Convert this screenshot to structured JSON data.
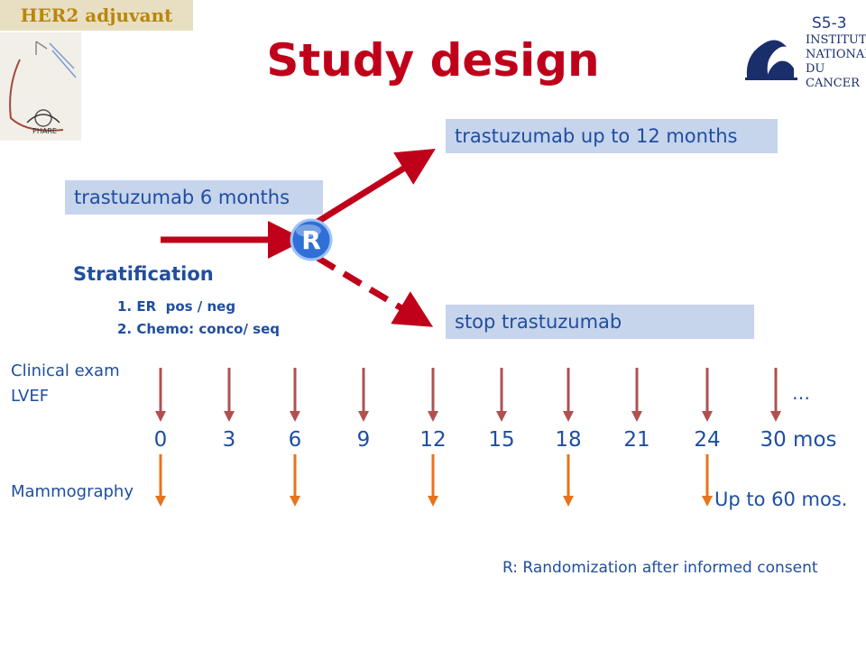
{
  "tag": "HER2 adjuvant",
  "slide_number": "S5-3",
  "title": "Study design",
  "arms": {
    "initial": "trastuzumab 6 months",
    "extended": "trastuzumab up to 12 months",
    "stop": "stop trastuzumab"
  },
  "randomization_symbol": "R",
  "stratification": {
    "heading": "Stratification",
    "items": [
      "1. ER  pos / neg",
      "2. Chemo: conco/ seq"
    ]
  },
  "assessments": {
    "clinical_exam": "Clinical exam",
    "lvef": "LVEF",
    "mammography": "Mammography"
  },
  "timeline": {
    "ticks": [
      "0",
      "3",
      "6",
      "9",
      "12",
      "15",
      "18",
      "21",
      "24",
      "30 mos"
    ],
    "ellipsis": "…",
    "mammo_tick_indices": [
      0,
      2,
      4,
      6,
      8
    ],
    "mammo_followup": "Up to 60 mos."
  },
  "footnote": "R: Randomization after informed consent",
  "logos": {
    "phare": "PHARE",
    "inca_lines": [
      "INSTITUT",
      "NATIONAL",
      "DU CANCER"
    ]
  },
  "colors": {
    "title": "#c0001a",
    "text_blue": "#1f4ea0",
    "box_fill": "#c6d4ec",
    "arm_arrow": "#c0001a",
    "clinical_arrow": "#b05050",
    "mammo_arrow": "#e8731a",
    "tag_bg": "#e8dfc3"
  }
}
